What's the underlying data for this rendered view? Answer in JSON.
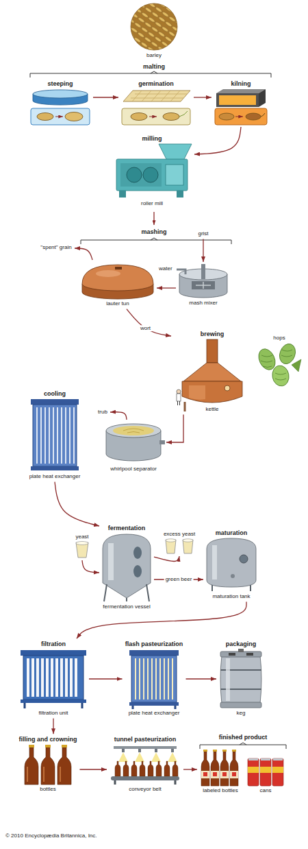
{
  "diagram": {
    "nodes": [
      {
        "text": [
          "barley"
        ]
      },
      {
        "text": [
          "steeping"
        ]
      },
      {
        "text": [
          "germination"
        ]
      },
      {
        "text": [
          "kilning"
        ]
      },
      {
        "text": [
          "milling",
          "roller mill"
        ]
      },
      {
        "text": [
          "\"spent\" grain"
        ]
      },
      {
        "text": [
          "grist"
        ]
      },
      {
        "text": [
          "lauter tun"
        ]
      },
      {
        "text": [
          "mash mixer"
        ]
      },
      {
        "text": [
          "brewing",
          "kettle"
        ]
      },
      {
        "text": [
          "hops"
        ]
      },
      {
        "text": [
          "cooling",
          "plate heat exchanger"
        ]
      },
      {
        "text": [
          "trub"
        ]
      },
      {
        "text": [
          "whirlpool separator"
        ]
      },
      {
        "text": [
          "yeast"
        ]
      },
      {
        "text": [
          "fermentation",
          "fermentation vessel"
        ]
      },
      {
        "text": [
          "excess yeast"
        ]
      },
      {
        "text": [
          "maturation",
          "maturation tank"
        ]
      },
      {
        "text": [
          "filtration",
          "filtration unit"
        ]
      },
      {
        "text": [
          "flash pasteurization",
          "plate heat exchanger"
        ]
      },
      {
        "text": [
          "packaging",
          "keg"
        ]
      },
      {
        "text": [
          "filling and crowning",
          "bottles"
        ]
      },
      {
        "text": [
          "tunnel pasteurization",
          "conveyor belt"
        ]
      },
      {
        "text": [
          "labeled bottles"
        ]
      },
      {
        "text": [
          "cans"
        ]
      }
    ],
    "edges": [
      {
        "from": 1,
        "to": 2,
        "arrow": "to"
      },
      {
        "from": 2,
        "to": 3,
        "arrow": "to"
      },
      {
        "from": 3,
        "to": 4,
        "arrow": "to"
      },
      {
        "from": 6,
        "to": 8,
        "arrow": "to"
      },
      {
        "from": 8,
        "to": 7,
        "arrow": "to"
      },
      {
        "from": 7,
        "to": 5,
        "arrow": "to"
      },
      {
        "from": 7,
        "to": 9,
        "label": "wort",
        "arrow": "to"
      },
      {
        "from": 9,
        "to": 13,
        "arrow": "to"
      },
      {
        "from": 13,
        "to": 12,
        "arrow": "to"
      },
      {
        "from": 11,
        "to": 15,
        "arrow": "to"
      },
      {
        "from": 14,
        "to": 15,
        "arrow": "to"
      },
      {
        "from": 15,
        "to": 16,
        "arrow": "to"
      },
      {
        "from": 15,
        "to": 17,
        "label": "green beer",
        "arrow": "to"
      },
      {
        "from": 17,
        "to": 18,
        "arrow": "to"
      },
      {
        "from": 18,
        "to": 19,
        "arrow": "to"
      },
      {
        "from": 19,
        "to": 20,
        "arrow": "to"
      },
      {
        "from": 18,
        "to": 21,
        "arrow": "to"
      },
      {
        "from": 21,
        "to": 22,
        "arrow": "to"
      },
      {
        "from": 22,
        "to": 23,
        "arrow": "to"
      }
    ],
    "labels": [
      "malting",
      "mashing",
      "water",
      "finished product",
      "© 2010 Encyclopædia Britannica, Inc."
    ]
  }
}
